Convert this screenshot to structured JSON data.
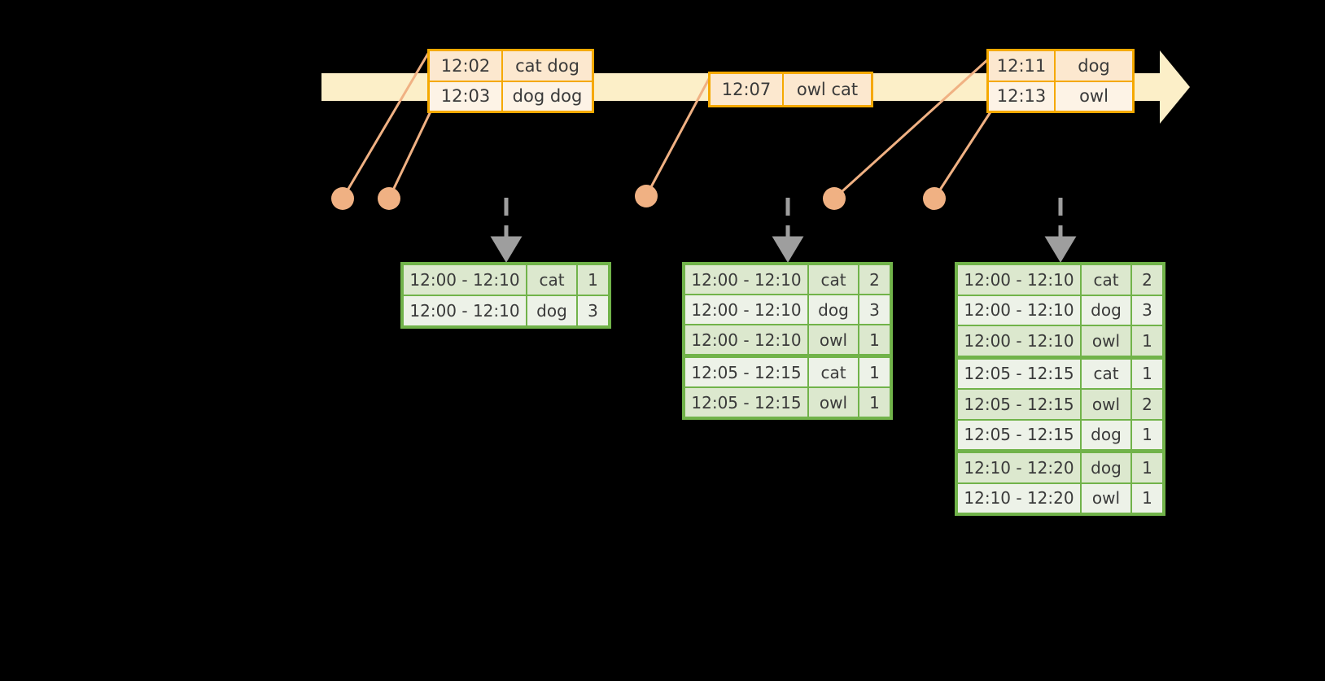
{
  "timeline": {
    "name": "event-timeline",
    "arrow_color": "#FCEFC8",
    "border_color": "#F5A900",
    "dot_color": "#F0B183",
    "events": [
      {
        "id": "event-group-1",
        "rows": [
          {
            "time": "12:02",
            "words": "cat dog"
          },
          {
            "time": "12:03",
            "words": "dog dog"
          }
        ]
      },
      {
        "id": "event-group-2",
        "rows": [
          {
            "time": "12:07",
            "words": "owl cat"
          }
        ]
      },
      {
        "id": "event-group-3",
        "rows": [
          {
            "time": "12:11",
            "words": "dog"
          },
          {
            "time": "12:13",
            "words": "owl"
          }
        ]
      }
    ]
  },
  "results": {
    "border_color": "#71B34A",
    "tables": [
      {
        "id": "result-table-1",
        "rows": [
          {
            "window": "12:00 - 12:10",
            "key": "cat",
            "count": "1",
            "group": 0
          },
          {
            "window": "12:00 - 12:10",
            "key": "dog",
            "count": "3",
            "group": 0
          }
        ]
      },
      {
        "id": "result-table-2",
        "rows": [
          {
            "window": "12:00 - 12:10",
            "key": "cat",
            "count": "2",
            "group": 0
          },
          {
            "window": "12:00 - 12:10",
            "key": "dog",
            "count": "3",
            "group": 0
          },
          {
            "window": "12:00 - 12:10",
            "key": "owl",
            "count": "1",
            "group": 0
          },
          {
            "window": "12:05 - 12:15",
            "key": "cat",
            "count": "1",
            "group": 1
          },
          {
            "window": "12:05 - 12:15",
            "key": "owl",
            "count": "1",
            "group": 1
          }
        ]
      },
      {
        "id": "result-table-3",
        "rows": [
          {
            "window": "12:00 - 12:10",
            "key": "cat",
            "count": "2",
            "group": 0
          },
          {
            "window": "12:00 - 12:10",
            "key": "dog",
            "count": "3",
            "group": 0
          },
          {
            "window": "12:00 - 12:10",
            "key": "owl",
            "count": "1",
            "group": 0
          },
          {
            "window": "12:05 - 12:15",
            "key": "cat",
            "count": "1",
            "group": 1
          },
          {
            "window": "12:05 - 12:15",
            "key": "owl",
            "count": "2",
            "group": 1
          },
          {
            "window": "12:05 - 12:15",
            "key": "dog",
            "count": "1",
            "group": 1
          },
          {
            "window": "12:10 - 12:20",
            "key": "dog",
            "count": "1",
            "group": 2
          },
          {
            "window": "12:10 - 12:20",
            "key": "owl",
            "count": "1",
            "group": 2
          }
        ]
      }
    ]
  },
  "t": {
    "e1r1_time": "12:02",
    "e1r1_words": "cat dog",
    "e1r2_time": "12:03",
    "e1r2_words": "dog dog",
    "e2r1_time": "12:07",
    "e2r1_words": "owl cat",
    "e3r1_time": "12:11",
    "e3r1_words": "dog",
    "e3r2_time": "12:13",
    "e3r2_words": "owl",
    "t1r1w": "12:00 - 12:10",
    "t1r1k": "cat",
    "t1r1c": "1",
    "t1r2w": "12:00 - 12:10",
    "t1r2k": "dog",
    "t1r2c": "3",
    "t2r1w": "12:00 - 12:10",
    "t2r1k": "cat",
    "t2r1c": "2",
    "t2r2w": "12:00 - 12:10",
    "t2r2k": "dog",
    "t2r2c": "3",
    "t2r3w": "12:00 - 12:10",
    "t2r3k": "owl",
    "t2r3c": "1",
    "t2r4w": "12:05 - 12:15",
    "t2r4k": "cat",
    "t2r4c": "1",
    "t2r5w": "12:05 - 12:15",
    "t2r5k": "owl",
    "t2r5c": "1",
    "t3r1w": "12:00 - 12:10",
    "t3r1k": "cat",
    "t3r1c": "2",
    "t3r2w": "12:00 - 12:10",
    "t3r2k": "dog",
    "t3r2c": "3",
    "t3r3w": "12:00 - 12:10",
    "t3r3k": "owl",
    "t3r3c": "1",
    "t3r4w": "12:05 - 12:15",
    "t3r4k": "cat",
    "t3r4c": "1",
    "t3r5w": "12:05 - 12:15",
    "t3r5k": "owl",
    "t3r5c": "2",
    "t3r6w": "12:05 - 12:15",
    "t3r6k": "dog",
    "t3r6c": "1",
    "t3r7w": "12:10 - 12:20",
    "t3r7k": "dog",
    "t3r7c": "1",
    "t3r8w": "12:10 - 12:20",
    "t3r8k": "owl",
    "t3r8c": "1"
  }
}
